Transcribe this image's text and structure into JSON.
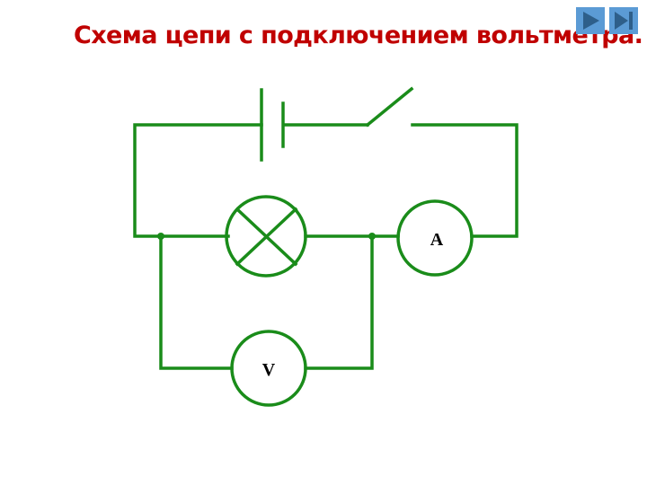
{
  "slide": {
    "title": "Схема цепи с подключением вольтметра.",
    "title_color": "#c00000",
    "background": "#ffffff"
  },
  "navigation": {
    "next_button": {
      "icon": "play-next-icon",
      "color": "#5b9bd5"
    },
    "last_button": {
      "icon": "skip-to-end-icon",
      "color": "#5b9bd5"
    }
  },
  "diagram": {
    "wire_color": "#1a8c1a",
    "components": [
      {
        "type": "battery",
        "label": ""
      },
      {
        "type": "switch",
        "state": "open",
        "label": ""
      },
      {
        "type": "lamp",
        "label": ""
      },
      {
        "type": "ammeter",
        "label": "A"
      },
      {
        "type": "voltmeter",
        "label": "V"
      }
    ],
    "ammeter_label": "A",
    "voltmeter_label": "V"
  }
}
